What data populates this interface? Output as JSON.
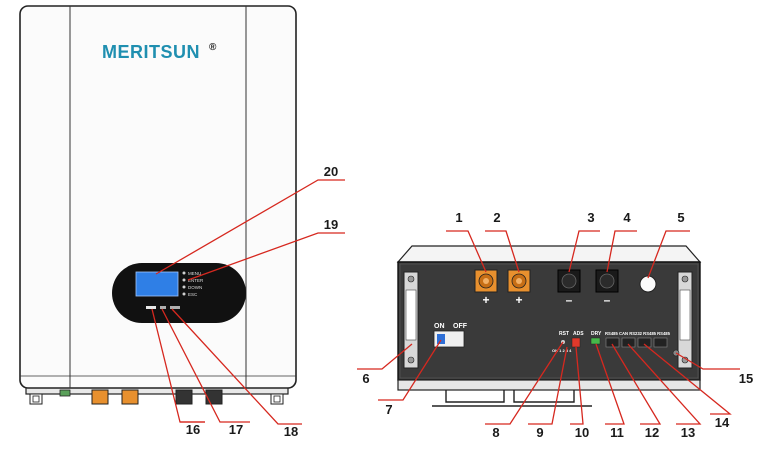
{
  "brand": {
    "name": "MERITSUN",
    "mark": "®"
  },
  "front_panel": {
    "buttons": [
      "MENU",
      "ENTER",
      "DOWN",
      "ESC"
    ]
  },
  "side_panel": {
    "switch_on": "ON",
    "switch_off": "OFF",
    "plus": "+",
    "minus": "–",
    "rst": "RST",
    "adds": "ADS",
    "dip": "ON 1 2 3 4",
    "dry": "DRY",
    "ports": "RS485 CAN RS232 RS485 RS485"
  },
  "callouts": {
    "c1": "1",
    "c2": "2",
    "c3": "3",
    "c4": "4",
    "c5": "5",
    "c6": "6",
    "c7": "7",
    "c8": "8",
    "c9": "9",
    "c10": "10",
    "c11": "11",
    "c12": "12",
    "c13": "13",
    "c14": "14",
    "c15": "15",
    "c16": "16",
    "c17": "17",
    "c18": "18",
    "c19": "19",
    "c20": "20"
  }
}
